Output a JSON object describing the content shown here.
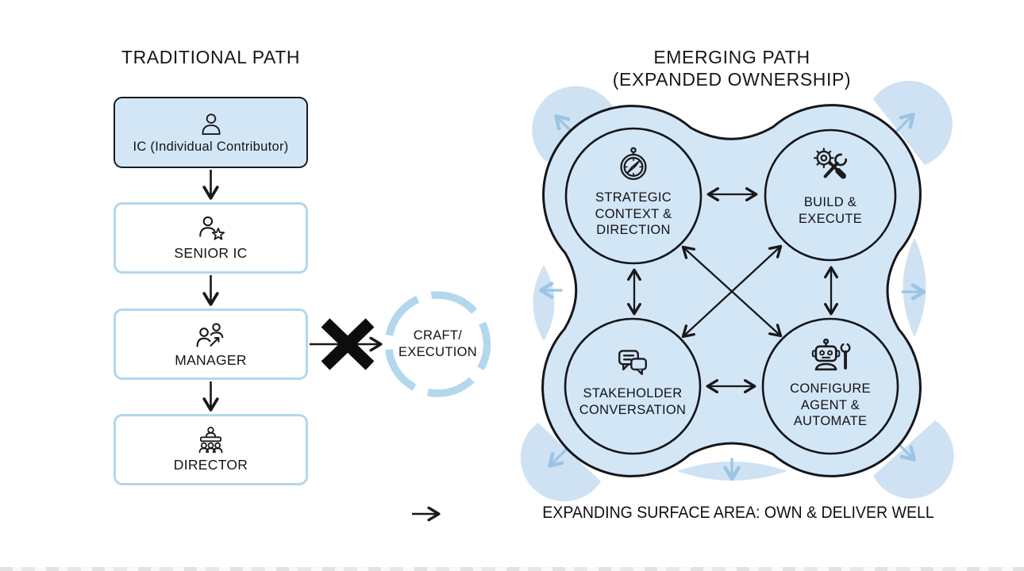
{
  "colors": {
    "ink": "#17171a",
    "box_fill_blue": "#d3e6f5",
    "box_border_blue": "#b3d6ee",
    "blob_fill": "#d3e6f5",
    "petal_fill": "#cfe2f3",
    "petal_arrow_blue": "#9cc4e4",
    "dashed_circle_blue": "#b3d7ef",
    "background": "#ffffff"
  },
  "traditional": {
    "title": "TRADITIONAL PATH",
    "nodes": [
      {
        "icon": "person-icon",
        "label": "IC (Individual Contributor)"
      },
      {
        "icon": "person-star-icon",
        "label": "SENIOR IC"
      },
      {
        "icon": "team-promotion-icon",
        "label": "MANAGER"
      },
      {
        "icon": "org-chart-icon",
        "label": "DIRECTOR"
      }
    ],
    "blocked_node": {
      "icon": "dashed-circle",
      "lines": [
        "CRAFT/",
        "EXECUTION"
      ]
    }
  },
  "emerging": {
    "title_lines": [
      "EMERGING PATH",
      "(EXPANDED OWNERSHIP)"
    ],
    "circles": [
      {
        "icon": "compass-icon",
        "lines": [
          "STRATEGIC",
          "CONTEXT &",
          "DIRECTION"
        ]
      },
      {
        "icon": "gear-tools-icon",
        "lines": [
          "BUILD &",
          "EXECUTE"
        ]
      },
      {
        "icon": "chat-bubbles-icon",
        "lines": [
          "STAKEHOLDER",
          "CONVERSATION"
        ]
      },
      {
        "icon": "robot-wrench-icon",
        "lines": [
          "CONFIGURE",
          "AGENT &",
          "AUTOMATE"
        ]
      }
    ],
    "caption": "EXPANDING SURFACE AREA: OWN & DELIVER WELL"
  }
}
